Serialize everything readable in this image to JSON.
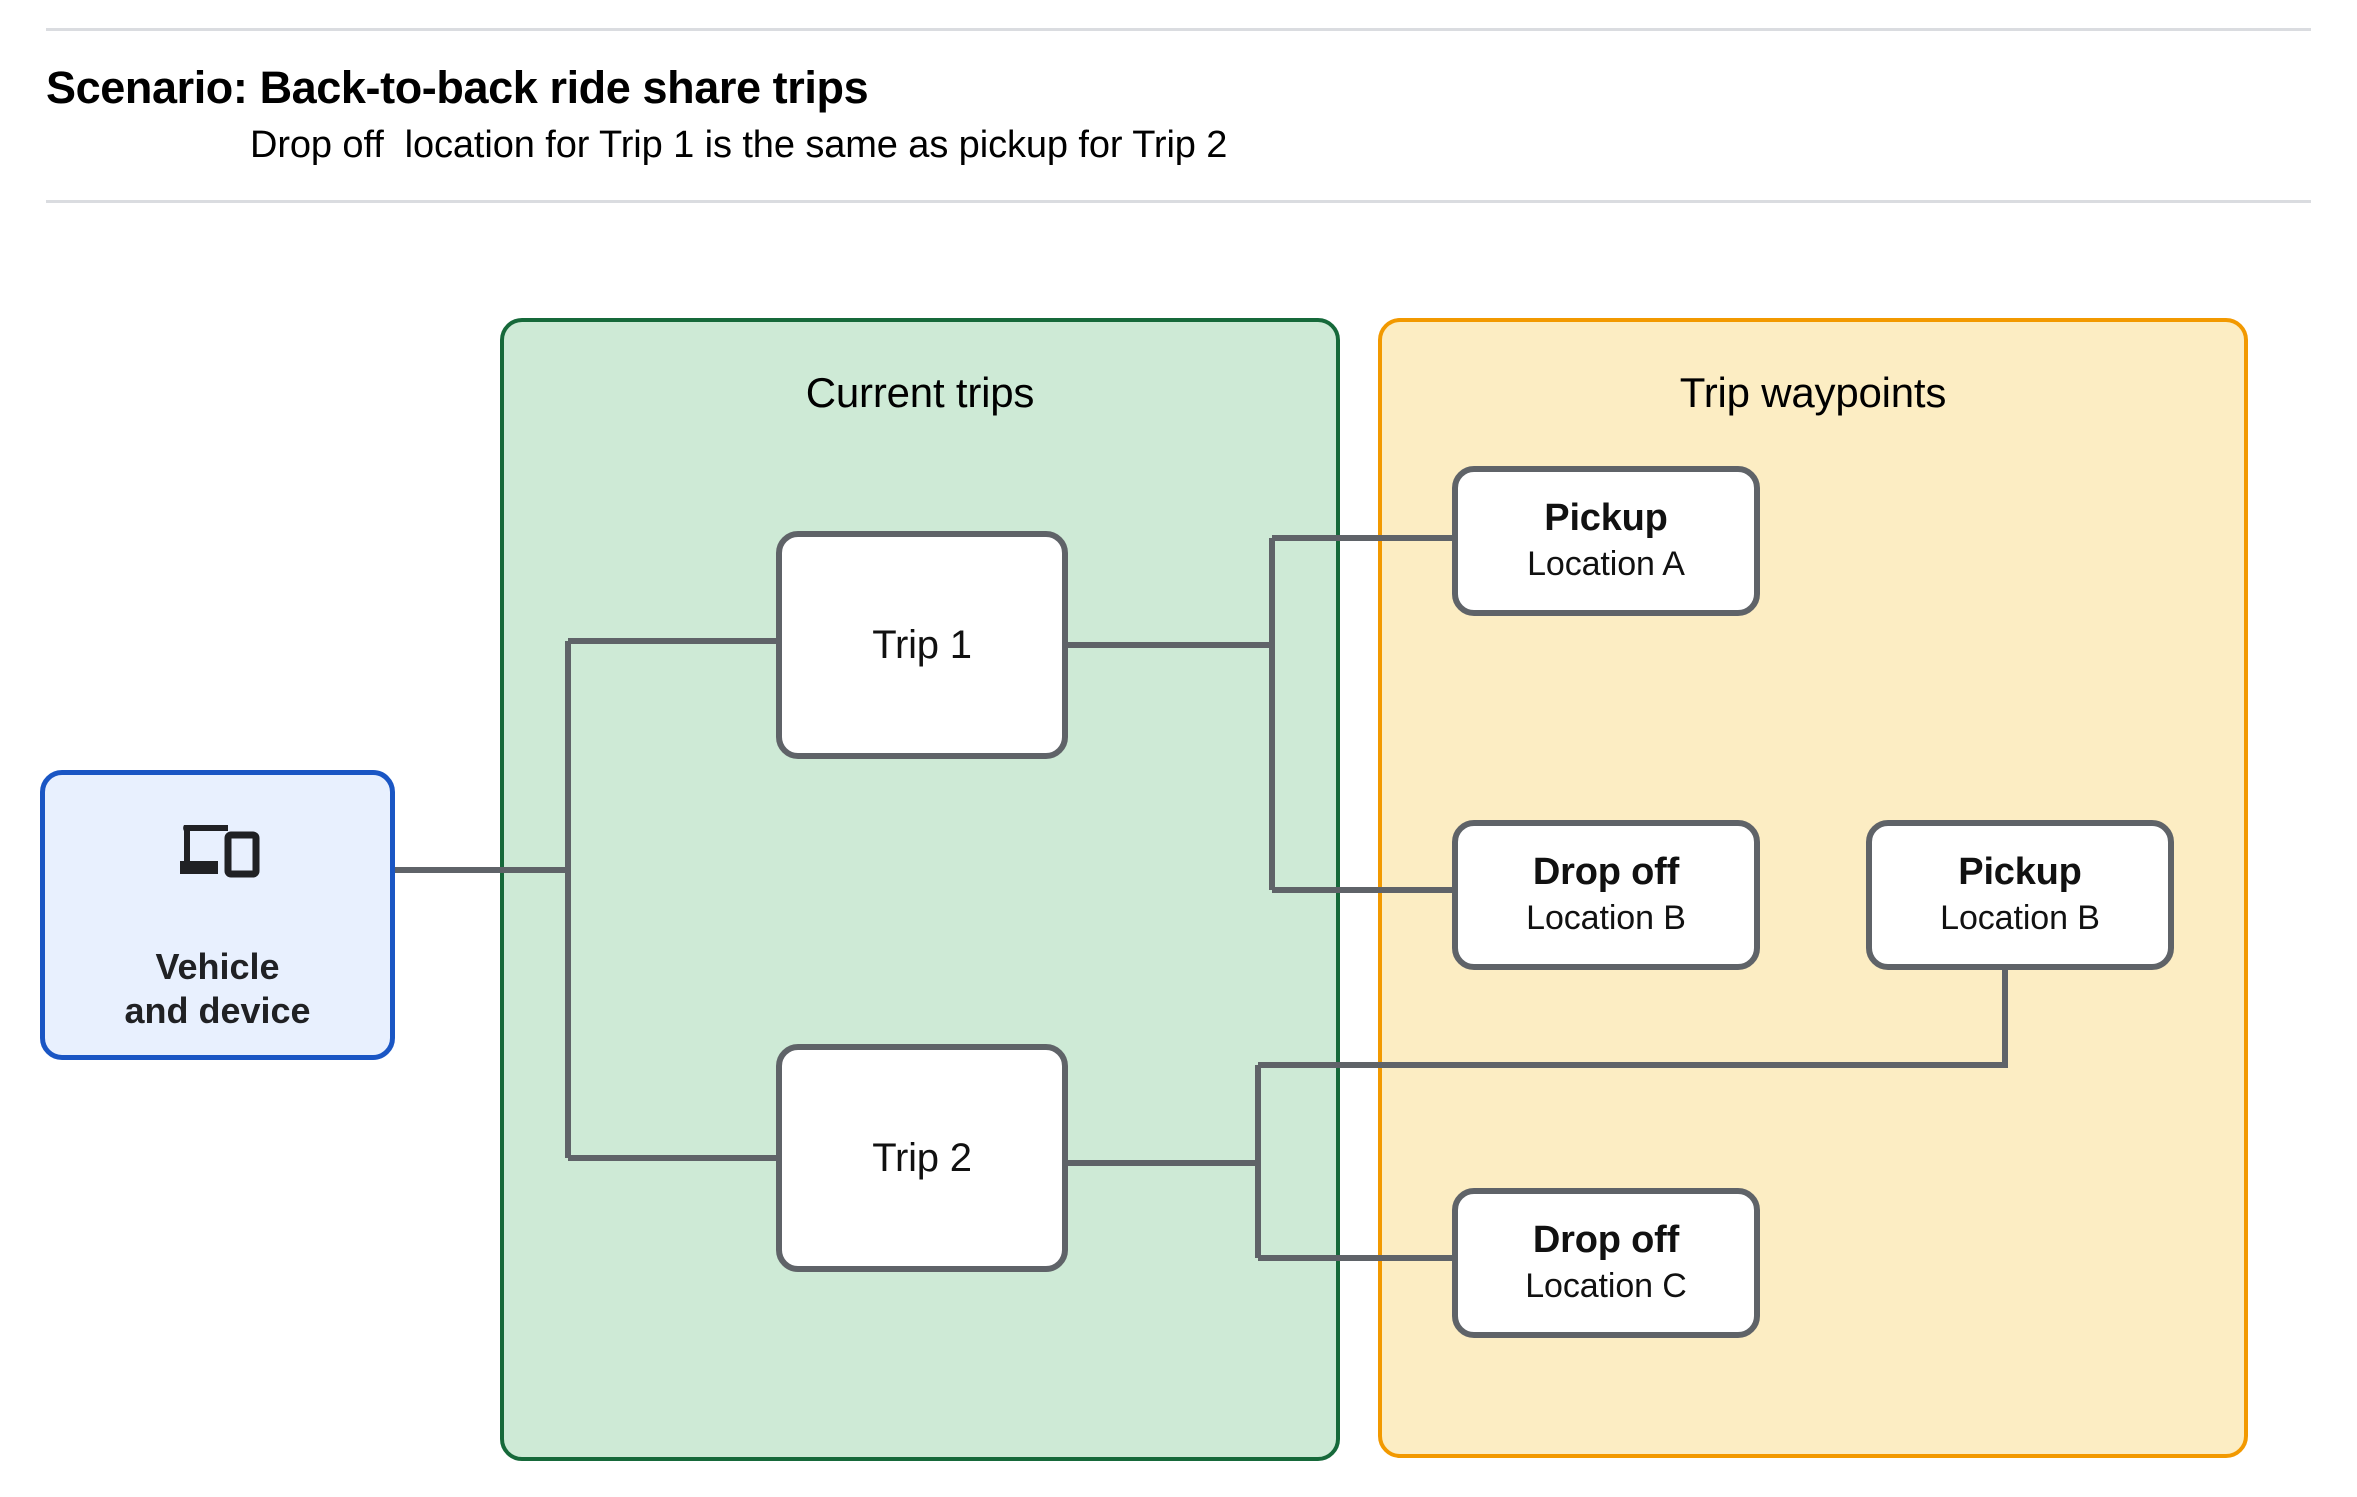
{
  "header": {
    "title": "Scenario: Back-to-back ride share trips",
    "subtitle": "Drop off  location for Trip 1 is the same as pickup for Trip 2"
  },
  "colors": {
    "current_trips_fill": "#ceead6",
    "current_trips_border": "#16693a",
    "trip_waypoints_fill": "#fcedc3",
    "trip_waypoints_border": "#f29900",
    "vehicle_fill": "#e8f0fe",
    "vehicle_border": "#1a56c4",
    "node_border": "#5f6368",
    "connector": "#5f6368",
    "rule": "#dadce0"
  },
  "vehicle": {
    "icon": "devices-icon",
    "label": "Vehicle\nand device"
  },
  "groups": [
    {
      "id": "current-trips",
      "title": "Current trips"
    },
    {
      "id": "trip-waypoints",
      "title": "Trip waypoints"
    }
  ],
  "trips": [
    {
      "id": "trip-1",
      "label": "Trip 1"
    },
    {
      "id": "trip-2",
      "label": "Trip 2"
    }
  ],
  "waypoints": [
    {
      "id": "pickup-a",
      "title": "Pickup",
      "location": "Location A",
      "trip": "Trip 1"
    },
    {
      "id": "dropoff-b",
      "title": "Drop off",
      "location": "Location B",
      "trip": "Trip 1"
    },
    {
      "id": "pickup-b",
      "title": "Pickup",
      "location": "Location B",
      "trip": "Trip 2"
    },
    {
      "id": "dropoff-c",
      "title": "Drop off",
      "location": "Location C",
      "trip": "Trip 2"
    }
  ]
}
